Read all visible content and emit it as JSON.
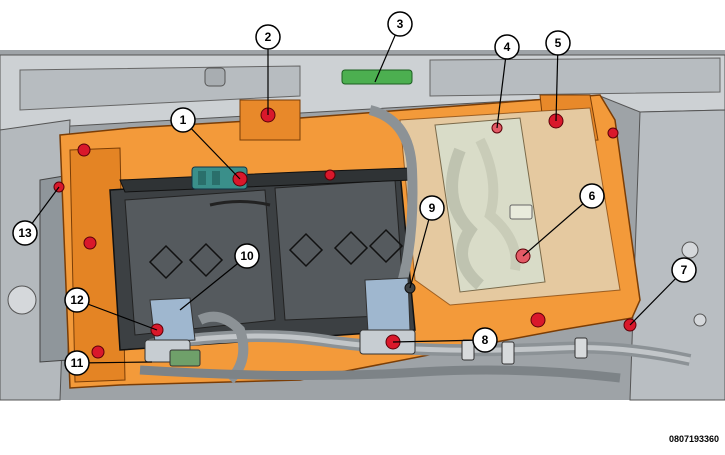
{
  "figure": {
    "id": "0807193360"
  },
  "callouts": [
    "1",
    "2",
    "3",
    "4",
    "5",
    "6",
    "7",
    "8",
    "9",
    "10",
    "11",
    "12",
    "13"
  ],
  "colors": {
    "tray_orange": "#f39a3a",
    "tray_dark": "#c96a14",
    "frame_gray": "#bfc4c8",
    "battery_dark": "#3c4043",
    "battery_mid": "#555a5e",
    "cable_gray": "#8c9296",
    "fastener_red": "#d9182b",
    "connector_teal": "#3a8f8a",
    "connector_green": "#4caf50",
    "ibs_blue": "#9fb7cf",
    "inner_light": "#d9dcc8"
  }
}
